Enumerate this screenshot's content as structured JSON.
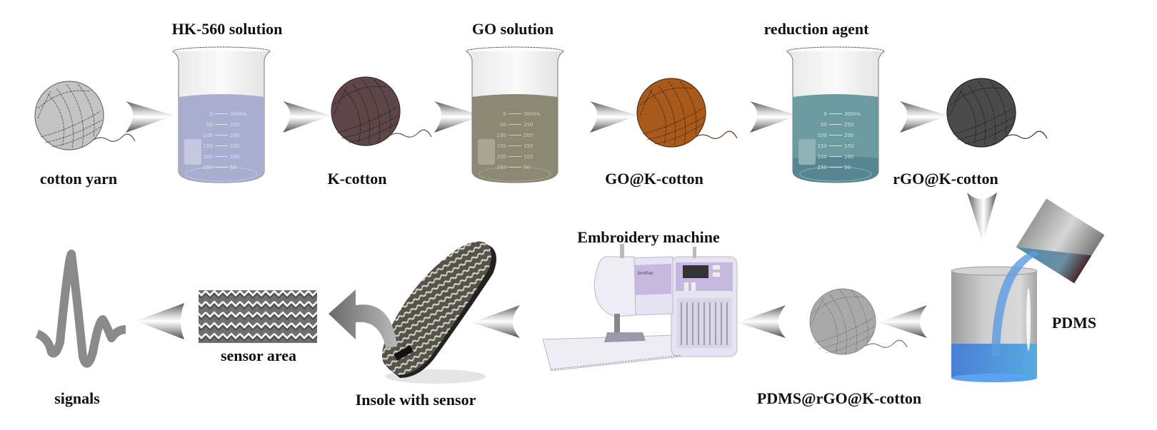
{
  "diagram": {
    "type": "process-flow",
    "description": "Fabrication process of PDMS@rGO@K-cotton yarn insole sensor",
    "colors": {
      "cotton_yarn": "#c4c4c4",
      "k_cotton": "#5e4548",
      "go_k_cotton": "#a85a1c",
      "rgo_k_cotton": "#4a4a4a",
      "pdms_rgo_k_cotton": "#a9a9a9",
      "hk560_solution": "#a9adcf",
      "go_solution": "#8c8874",
      "reduction_agent": "#6b9ba0",
      "pdms_liquid": "#4f9be0",
      "signal": "#8a8a8a",
      "machine": "#e6e4f2",
      "machine_accent": "#b8a6d4"
    },
    "row1": {
      "steps": [
        {
          "id": "cotton-yarn",
          "label": "cotton yarn",
          "kind": "yarn"
        },
        {
          "id": "hk560-beaker",
          "label": "HK-560 solution",
          "kind": "beaker"
        },
        {
          "id": "k-cotton",
          "label": "K-cotton",
          "kind": "yarn"
        },
        {
          "id": "go-beaker",
          "label": "GO solution",
          "kind": "beaker"
        },
        {
          "id": "go-k-cotton",
          "label": "GO@K-cotton",
          "kind": "yarn"
        },
        {
          "id": "reduction-beaker",
          "label": "reduction agent",
          "kind": "beaker"
        },
        {
          "id": "rgo-k-cotton",
          "label": "rGO@K-cotton",
          "kind": "yarn"
        }
      ]
    },
    "row2": {
      "steps": [
        {
          "id": "pdms",
          "label": "PDMS",
          "kind": "pour-container"
        },
        {
          "id": "pdms-rgo-k-cotton",
          "label": "PDMS@rGO@K-cotton",
          "kind": "yarn"
        },
        {
          "id": "embroidery-machine",
          "label": "Embroidery machine",
          "kind": "machine"
        },
        {
          "id": "insole",
          "label": "Insole with sensor",
          "kind": "insole"
        },
        {
          "id": "sensor-area",
          "label": "sensor area",
          "kind": "pattern"
        },
        {
          "id": "signals",
          "label": "signals",
          "kind": "waveform"
        }
      ]
    },
    "beaker_graduations": {
      "left": [
        "0",
        "50",
        "100",
        "150",
        "200",
        "250"
      ],
      "right": [
        "300mL",
        "250",
        "200",
        "150",
        "100",
        "50"
      ]
    },
    "machine_brand": "brother"
  }
}
